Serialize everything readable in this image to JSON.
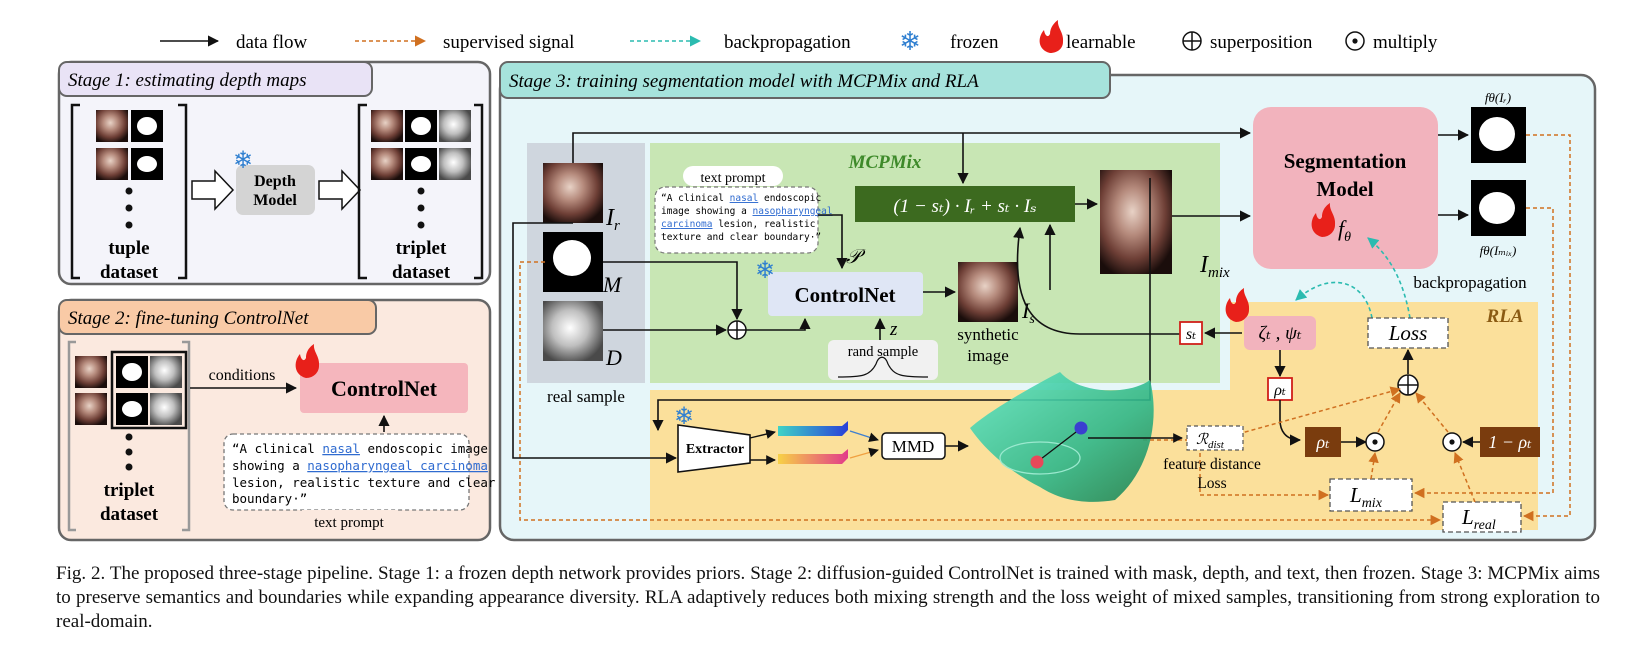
{
  "legend": {
    "data_flow": "data flow",
    "supervised_signal": "supervised signal",
    "backpropagation": "backpropagation",
    "frozen": "frozen",
    "learnable": "learnable",
    "superposition": "superposition",
    "multiply": "multiply"
  },
  "stage1": {
    "title": "Stage 1: estimating depth maps",
    "depth_model_line1": "Depth",
    "depth_model_line2": "Model",
    "tuple_line1": "tuple",
    "tuple_line2": "dataset",
    "triplet_line1": "triplet",
    "triplet_line2": "dataset"
  },
  "stage2": {
    "title": "Stage 2: fine-tuning ControlNet",
    "conditions": "conditions",
    "controlnet": "ControlNet",
    "prompt_text_1": "“A clinical ",
    "prompt_nasal": "nasal",
    "prompt_text_2": " endoscopic image",
    "prompt_text_3": "showing a ",
    "prompt_npc": "nasopharyngeal carcinoma",
    "prompt_text_4": "lesion, realistic texture and clear",
    "prompt_text_5": "boundary·”",
    "text_prompt": "text prompt",
    "triplet_line1": "triplet",
    "triplet_line2": "dataset"
  },
  "stage3": {
    "title": "Stage 3: training segmentation model with MCPMix and RLA",
    "mcpmix": "MCPMix",
    "rla": "RLA",
    "text_prompt": "text prompt",
    "small_prompt_1": "“A clinical ",
    "small_prompt_nasal": "nasal",
    "small_prompt_2": " endoscopic",
    "small_prompt_3": "image showing a ",
    "small_prompt_npc1": "nasopharyngeal",
    "small_prompt_npc2": "carcinoma",
    "small_prompt_4": " lesion, realistic",
    "small_prompt_5": "texture and clear boundary·”",
    "ir": "I",
    "ir_sub": "r",
    "m": "M",
    "d": "D",
    "real_sample": "real sample",
    "p": "𝒫",
    "controlnet": "ControlNet",
    "z": "z",
    "rand_sample": "rand sample",
    "is": "I",
    "is_sub": "s",
    "synthetic_line1": "synthetic",
    "synthetic_line2": "image",
    "mix_formula": "(1 − sₜ) · Iᵣ + sₜ · Iₛ",
    "imix": "I",
    "imix_sub": "mix",
    "seg_line1": "Segmentation",
    "seg_line2": "Model",
    "f_theta": "f",
    "f_theta_sub": "θ",
    "f_ir_label": "fθ(Iᵣ)",
    "f_imix_label": "fθ(Iₘᵢₓ)",
    "backpropagation": "backpropagation",
    "st": "sₜ",
    "zeta_psi": "ζₜ , ψₜ",
    "loss": "Loss",
    "rho_t": "ρₜ",
    "one_minus_rho": "1 − ρₜ",
    "extractor": "Extractor",
    "mmd": "MMD",
    "r_dist": "ℛ",
    "r_dist_sub": "dist",
    "feature_distance": "feature distance",
    "loss_word": "Loss",
    "l_mix": "L",
    "l_mix_sub": "mix",
    "l_real": "L",
    "l_real_sub": "real"
  },
  "caption": {
    "text": "Fig. 2.  The proposed three-stage pipeline. Stage 1: a frozen depth network provides priors. Stage 2: diffusion-guided ControlNet is trained with mask, depth, and text, then frozen. Stage 3: MCPMix aims to preserve semantics and boundaries while expanding appearance diversity. RLA adaptively reduces both mixing strength and the loss weight of mixed samples, transitioning from strong exploration to real-domain."
  },
  "colors": {
    "stage1_bg": "#f4f4fa",
    "stage1_title_bg": "#e9e3f6",
    "stage2_bg": "#fbe9df",
    "stage2_title_bg": "#f9caa6",
    "stage3_bg": "#e6f6f9",
    "stage3_title_bg": "#a6e3dc",
    "mcpmix_bg": "#c8e6b4",
    "rla_bg": "#fbe09b",
    "controlnet_pink": "#f5b6bd",
    "seg_pink": "#f2b3bd",
    "formula_green": "#3c6a1f",
    "rho_brown": "#7a3c0e",
    "supervised": "#d07020",
    "backprop": "#2bbbb0"
  }
}
